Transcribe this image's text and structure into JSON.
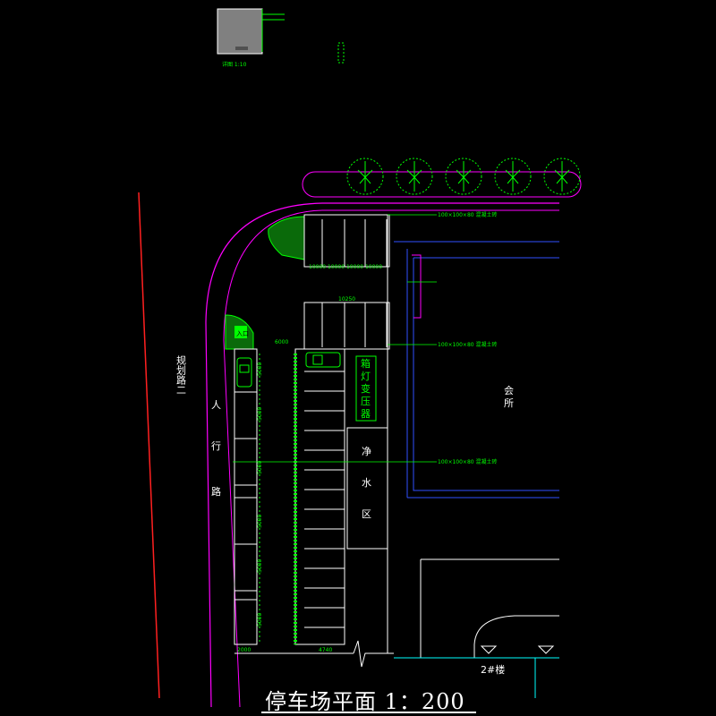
{
  "title": "停车场平面  1：200",
  "road_label": "规划路二",
  "sidewalk_label": [
    "人",
    "行",
    "路"
  ],
  "entrance_label": "入口",
  "transformer_label": [
    "箱",
    "灯",
    "变",
    "压",
    "器"
  ],
  "water_label": [
    "净",
    "水",
    "区"
  ],
  "club_label": [
    "会",
    "所"
  ],
  "building_label": "2#楼",
  "spec_labels": [
    "100×100×80 混凝土砖",
    "100×100×80 混凝土砖",
    "100×100×80 混凝土砖"
  ],
  "stall_dims": {
    "top_width": "10250",
    "bottom_width": "4740",
    "corner_width": "2000",
    "stall_depth": "5000",
    "aisle": "6000"
  },
  "inset_caption": "详图  1:10",
  "colors": {
    "green": "#00ff00",
    "magenta": "#ff00ff",
    "red": "#ff2020",
    "white": "#ffffff",
    "cyan": "#00ffff",
    "blue": "#3050ff"
  }
}
